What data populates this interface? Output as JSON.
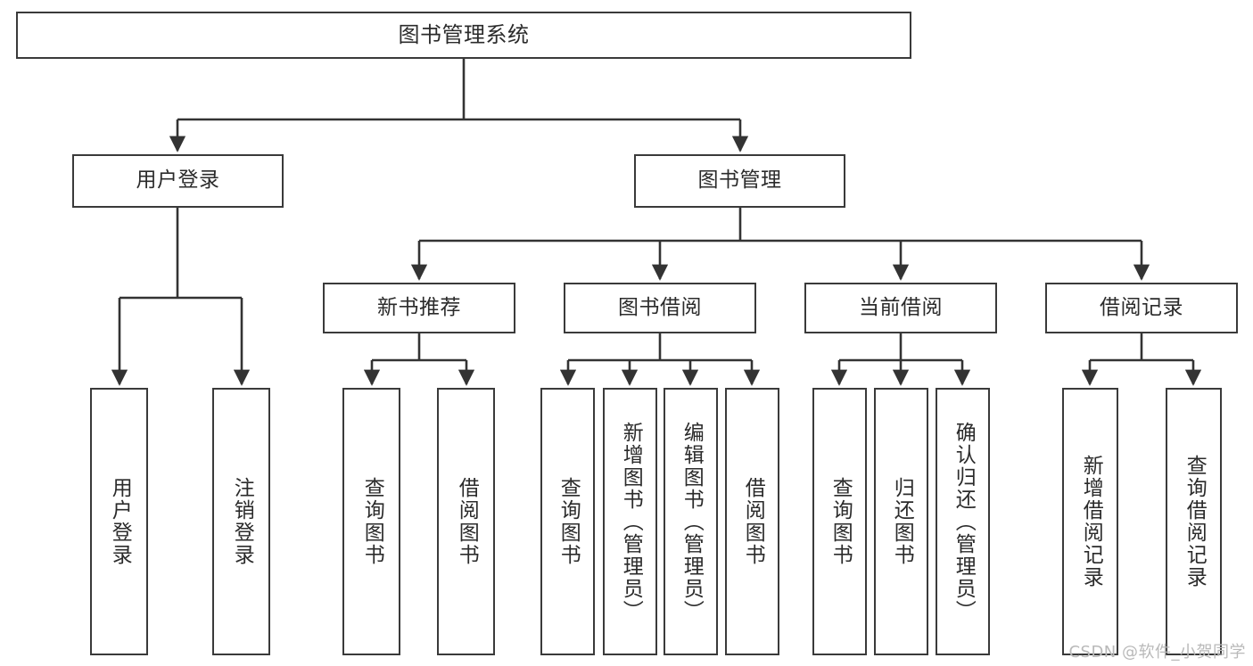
{
  "diagram": {
    "title": "图书管理系统",
    "colors": {
      "box_border": "#3a3a3a",
      "box_fill": "#ffffff",
      "connector": "#333333",
      "text": "#2b2b2b",
      "watermark": "#b9b9b9",
      "background": "#ffffff"
    },
    "root": {
      "label": "图书管理系统"
    },
    "level2": [
      {
        "label": "用户登录"
      },
      {
        "label": "图书管理"
      }
    ],
    "level3": [
      {
        "label": "新书推荐"
      },
      {
        "label": "图书借阅"
      },
      {
        "label": "当前借阅"
      },
      {
        "label": "借阅记录"
      }
    ],
    "leaves": {
      "user_login": [
        {
          "label": "用户登录"
        },
        {
          "label": "注销登录"
        }
      ],
      "new_book_recommend": [
        {
          "label": "查询图书"
        },
        {
          "label": "借阅图书"
        }
      ],
      "book_borrow": [
        {
          "label": "查询图书"
        },
        {
          "label": "新增图书（管理员）"
        },
        {
          "label": "编辑图书（管理员）"
        },
        {
          "label": "借阅图书"
        }
      ],
      "current_borrow": [
        {
          "label": "查询图书"
        },
        {
          "label": "归还图书"
        },
        {
          "label": "确认归还（管理员）"
        }
      ],
      "borrow_records": [
        {
          "label": "新增借阅记录"
        },
        {
          "label": "查询借阅记录"
        }
      ]
    }
  },
  "watermark": {
    "text": "CSDN @软件_小贺同学"
  }
}
